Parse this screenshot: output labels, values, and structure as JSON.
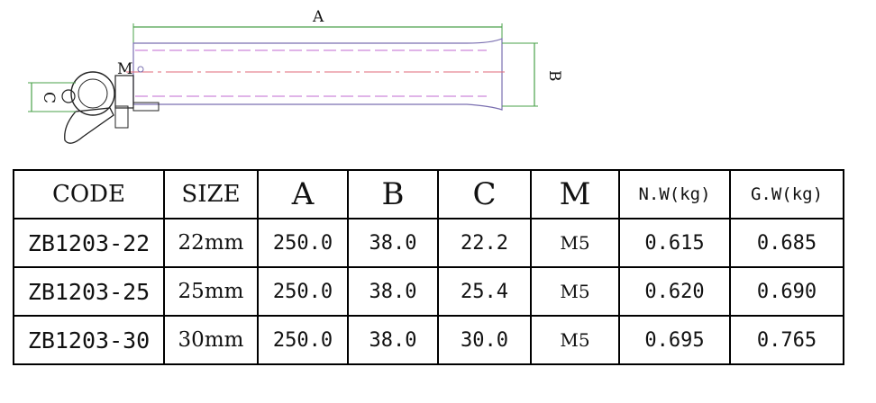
{
  "drawing": {
    "labels": {
      "a": "A",
      "b": "B",
      "c": "C",
      "m": "M"
    },
    "colors": {
      "outline": "#7a6fb0",
      "dashed": "#c06ad0",
      "centerline": "#e06a7a",
      "dim": "#4aa14a",
      "ink": "#222222"
    }
  },
  "table": {
    "headers": [
      "CODE",
      "SIZE",
      "A",
      "B",
      "C",
      "M",
      "N.W(kg)",
      "G.W(kg)"
    ],
    "rows": [
      {
        "code": "ZB1203-22",
        "size": "22mm",
        "a": "250.0",
        "b": "38.0",
        "c": "22.2",
        "m": "M5",
        "nw": "0.615",
        "gw": "0.685"
      },
      {
        "code": "ZB1203-25",
        "size": "25mm",
        "a": "250.0",
        "b": "38.0",
        "c": "25.4",
        "m": "M5",
        "nw": "0.620",
        "gw": "0.690"
      },
      {
        "code": "ZB1203-30",
        "size": "30mm",
        "a": "250.0",
        "b": "38.0",
        "c": "30.0",
        "m": "M5",
        "nw": "0.695",
        "gw": "0.765"
      }
    ]
  }
}
